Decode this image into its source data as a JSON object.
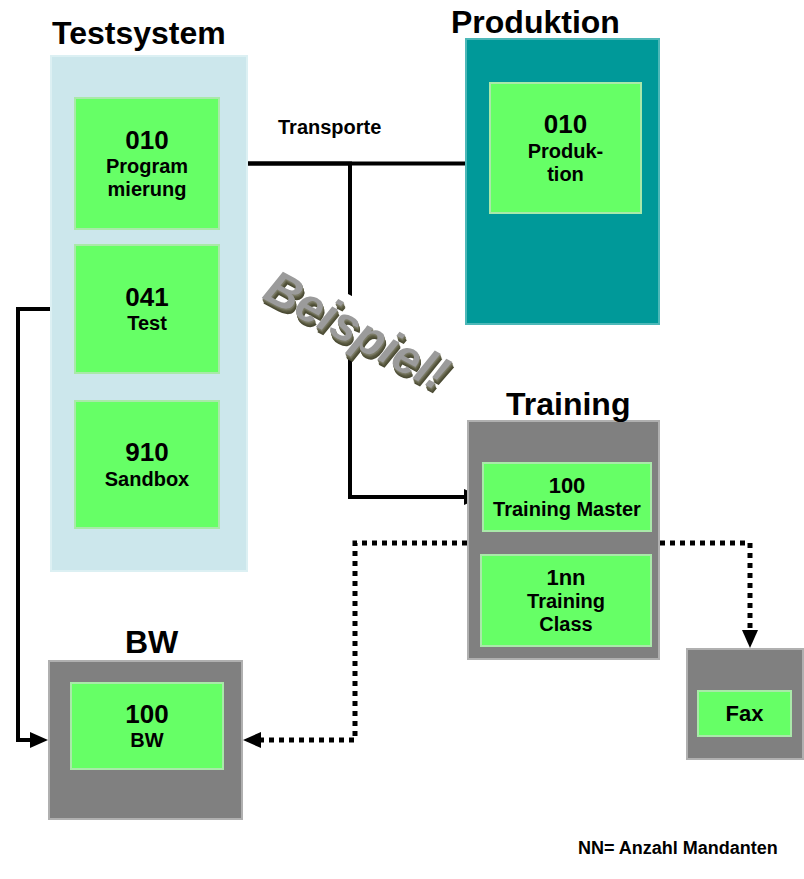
{
  "diagram": {
    "nodes": [
      {
        "text": [
          "Testsystem"
        ]
      },
      {
        "text": [
          "010",
          "Program mierung"
        ],
        "in": 0
      },
      {
        "text": [
          "041",
          "Test"
        ],
        "in": 0
      },
      {
        "text": [
          "910",
          "Sandbox"
        ],
        "in": 0
      },
      {
        "text": [
          "Produktion"
        ]
      },
      {
        "text": [
          "010",
          "Produk- tion"
        ],
        "in": 4
      },
      {
        "text": [
          "Training"
        ]
      },
      {
        "text": [
          "100",
          "Training Master"
        ],
        "in": 6
      },
      {
        "text": [
          "1nn",
          "Training Class"
        ],
        "in": 6
      },
      {
        "text": [
          "BW"
        ]
      },
      {
        "text": [
          "100",
          "BW"
        ],
        "in": 9
      },
      {
        "text": [
          "Fax"
        ]
      }
    ],
    "edges": [
      {
        "from": 1,
        "to": 5,
        "arrow": "to",
        "label": "Transporte"
      },
      {
        "from": 1,
        "to": 7,
        "arrow": "to"
      },
      {
        "from": 2,
        "to": 9,
        "arrow": "to"
      },
      {
        "from": 6,
        "to": 9,
        "arrow": "to"
      },
      {
        "from": 6,
        "to": 11,
        "arrow": "to"
      }
    ],
    "labels": [
      "Beispiel!",
      "NN= Anzahl Mandanten"
    ]
  }
}
